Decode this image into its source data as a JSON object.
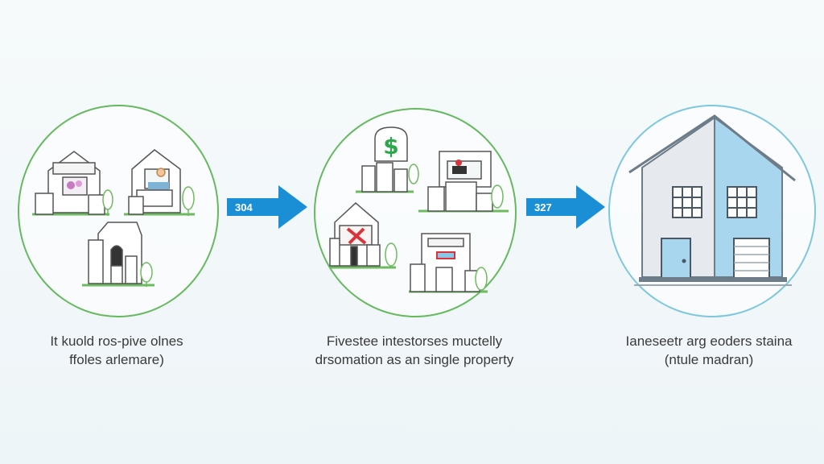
{
  "colors": {
    "green_outline": "#66b95f",
    "blue_outline": "#7ec7de",
    "arrow_blue": "#1b8fd6",
    "house_blue": "#a9d6ef",
    "house_gray": "#e6eaee",
    "dollar_green": "#2aa84a",
    "accent_red": "#d9343a"
  },
  "steps": [
    {
      "caption_line1": "It kuold ros-pive olnes",
      "caption_line2": "ffoles arlemare)",
      "icons": [
        "house-icon",
        "house-icon",
        "house-icon"
      ]
    },
    {
      "caption_line1": "Fivestee intestorses muctelly",
      "caption_line2": "drsomation as an single property",
      "icons": [
        "dollar-icon",
        "house-icon",
        "house-icon",
        "house-icon"
      ]
    },
    {
      "caption_line1": "Ianeseetr arg eoders staina",
      "caption_line2": "(ntule madran)",
      "icons": [
        "large-house-icon"
      ]
    }
  ],
  "arrows": [
    {
      "label": "304"
    },
    {
      "label": "327"
    }
  ]
}
